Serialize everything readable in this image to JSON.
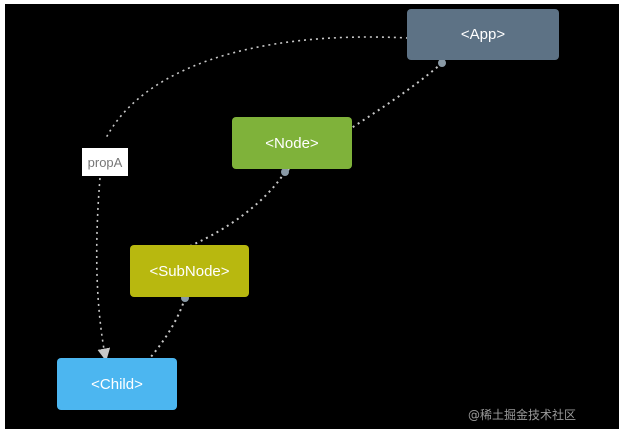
{
  "nodes": {
    "app": "<App>",
    "node": "<Node>",
    "subnode": "<SubNode>",
    "child": "<Child>"
  },
  "edge_label": "propA",
  "watermark": "@稀土掘金技术社区",
  "colors": {
    "background": "#000000",
    "app": "#5d7285",
    "node": "#7fb23a",
    "subnode": "#b8b80f",
    "child": "#4cb6f0",
    "connector": "#c8c8c8"
  }
}
